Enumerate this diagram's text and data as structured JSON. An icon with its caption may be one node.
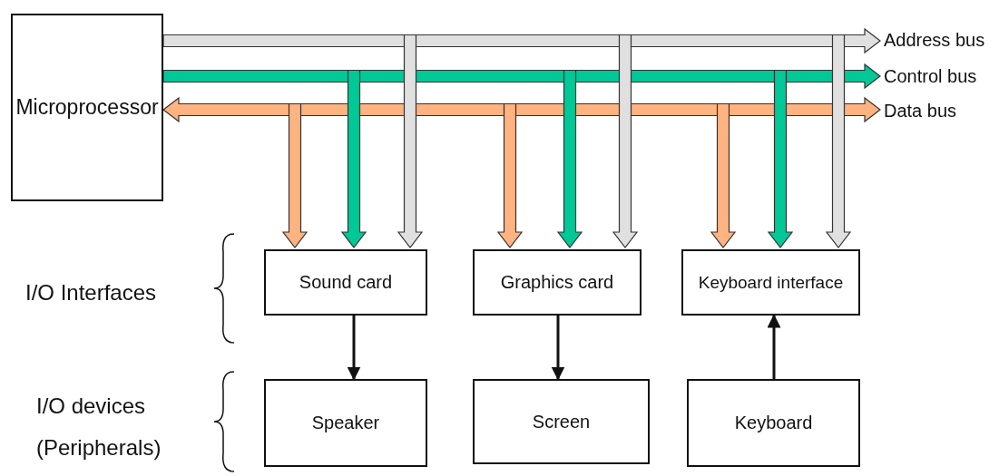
{
  "diagram": {
    "nodes": [
      {
        "text": [
          "Microprocessor"
        ]
      },
      {
        "text": [
          "Address bus"
        ]
      },
      {
        "text": [
          "Control bus"
        ]
      },
      {
        "text": [
          "Data bus"
        ]
      },
      {
        "text": [
          "Sound card"
        ]
      },
      {
        "text": [
          "Graphics card"
        ]
      },
      {
        "text": [
          "Keyboard interface"
        ]
      },
      {
        "text": [
          "Speaker"
        ]
      },
      {
        "text": [
          "Screen"
        ]
      },
      {
        "text": [
          "Keyboard"
        ]
      }
    ],
    "edges": [
      {
        "from": 0,
        "to": 1,
        "arrow": "to",
        "style": "thick",
        "color": "#e0e0e0"
      },
      {
        "from": 0,
        "to": 4,
        "arrow": "to",
        "style": "thick",
        "color": "#e0e0e0"
      },
      {
        "from": 0,
        "to": 5,
        "arrow": "to",
        "style": "thick",
        "color": "#e0e0e0"
      },
      {
        "from": 0,
        "to": 6,
        "arrow": "to",
        "style": "thick",
        "color": "#e0e0e0"
      },
      {
        "from": 0,
        "to": 2,
        "arrow": "to",
        "style": "thick",
        "color": "#00c896"
      },
      {
        "from": 0,
        "to": 4,
        "arrow": "to",
        "style": "thick",
        "color": "#00c896"
      },
      {
        "from": 0,
        "to": 5,
        "arrow": "to",
        "style": "thick",
        "color": "#00c896"
      },
      {
        "from": 0,
        "to": 6,
        "arrow": "to",
        "style": "thick",
        "color": "#00c896"
      },
      {
        "from": 0,
        "to": 3,
        "arrow": "both",
        "style": "thick",
        "color": "#ffb380"
      },
      {
        "from": 0,
        "to": 4,
        "arrow": "both",
        "style": "thick",
        "color": "#ffb380"
      },
      {
        "from": 0,
        "to": 5,
        "arrow": "both",
        "style": "thick",
        "color": "#ffb380"
      },
      {
        "from": 0,
        "to": 6,
        "arrow": "both",
        "style": "thick",
        "color": "#ffb380"
      },
      {
        "from": 4,
        "to": 7,
        "arrow": "to"
      },
      {
        "from": 5,
        "to": 8,
        "arrow": "to"
      },
      {
        "from": 9,
        "to": 6,
        "arrow": "to"
      }
    ],
    "labels": [
      "I/O Interfaces",
      "I/O devices (Peripherals)"
    ]
  }
}
